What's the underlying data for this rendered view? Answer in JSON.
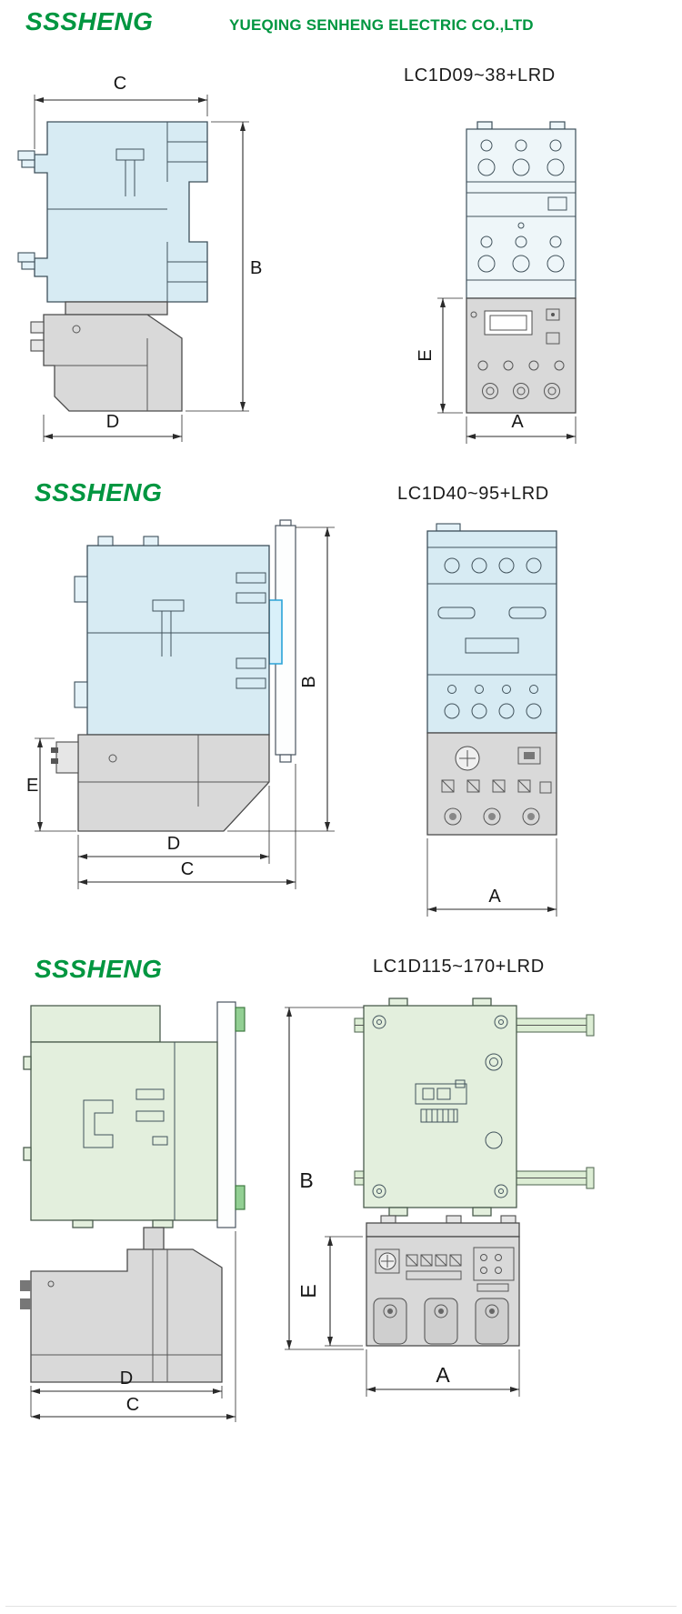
{
  "header": {
    "logo": "SSSHENG",
    "company": "YUEQING SENHENG ELECTRIC CO.,LTD"
  },
  "sections": [
    {
      "id": "lc1d09-38",
      "model": "LC1D09~38+LRD",
      "dims": {
        "a": "A",
        "b": "B",
        "c": "C",
        "d": "D",
        "e": "E"
      }
    },
    {
      "id": "lc1d40-95",
      "model": "LC1D40~95+LRD",
      "dims": {
        "a": "A",
        "b": "B",
        "c": "C",
        "d": "D",
        "e": "E"
      }
    },
    {
      "id": "lc1d115-170",
      "model": "LC1D115~170+LRD",
      "dims": {
        "a": "A",
        "b": "B",
        "c": "C",
        "d": "D",
        "e": "E"
      }
    }
  ],
  "colors": {
    "brand_green": "#009640",
    "contactor_blue": "#d7ebf3",
    "contactor_green": "#e3efdd",
    "relay_gray": "#d9d9d9",
    "line": "#2b2b2b"
  }
}
